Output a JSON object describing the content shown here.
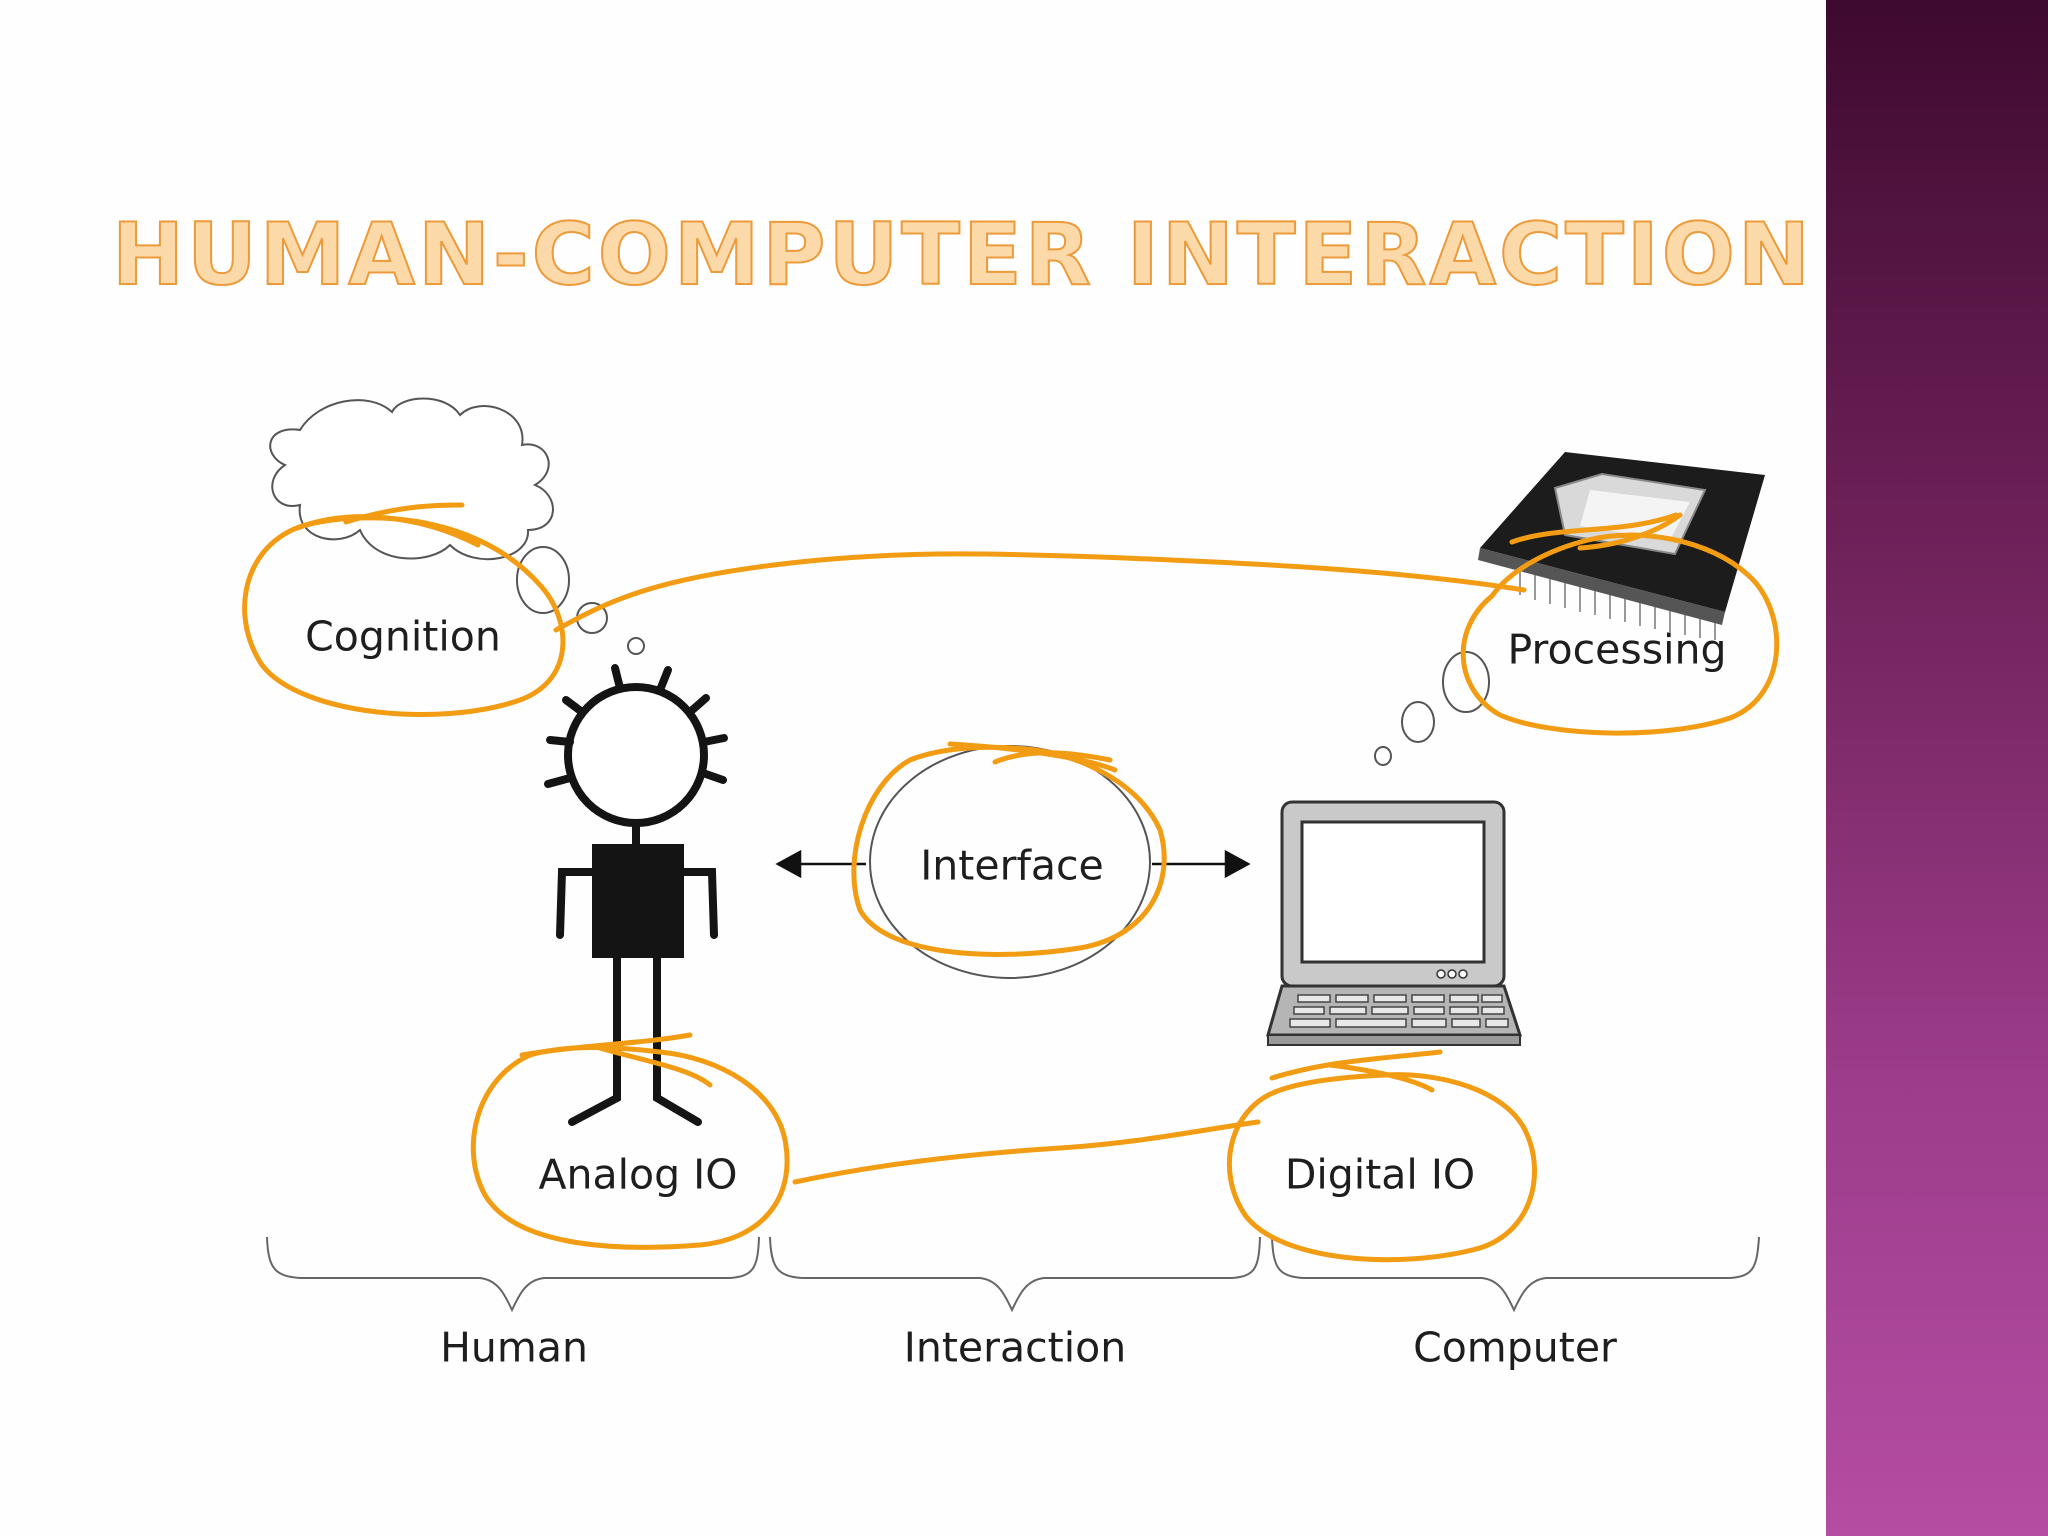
{
  "slide": {
    "title": "HUMAN-COMPUTER INTERACTION"
  },
  "diagram": {
    "nodes": {
      "cognition": "Cognition",
      "processing": "Processing",
      "interface": "Interface",
      "analog_io": "Analog IO",
      "digital_io": "Digital IO"
    },
    "groups": {
      "human": "Human",
      "interaction": "Interaction",
      "computer": "Computer"
    }
  },
  "colors": {
    "annotation": "#f29c13",
    "title_fill": "#fbd9a8",
    "title_outline": "#ed9a3a",
    "sidebar_top": "#3e0a2f",
    "sidebar_bottom": "#b54da3"
  },
  "icons": [
    "thought-cloud-icon",
    "stick-figure-icon",
    "cpu-chip-icon",
    "laptop-icon"
  ]
}
